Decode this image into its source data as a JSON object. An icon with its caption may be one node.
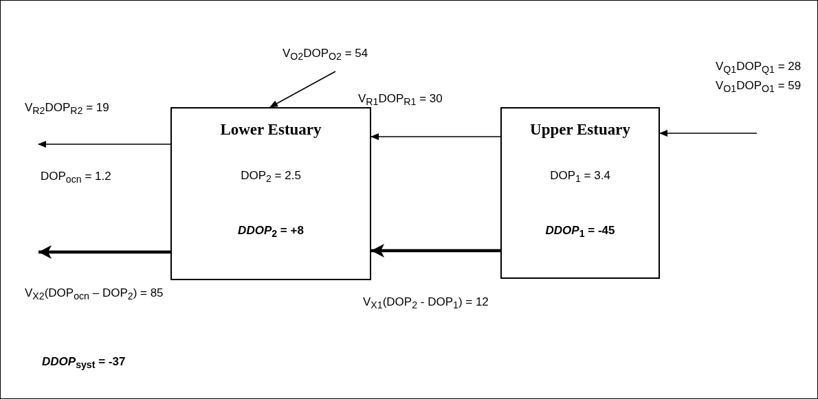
{
  "diagram": {
    "nodes": [
      {
        "text": [
          "Lower Estuary",
          "DOP$_{2}$ = 2.5",
          "*DDOP*$_{2}$ = +8"
        ]
      },
      {
        "text": [
          "Upper Estuary",
          "DOP$_{1}$ = 3.4",
          "*DDOP*$_{1}$ = -45"
        ]
      }
    ],
    "edges": [
      {
        "from": 0,
        "to": null,
        "arrow": "to",
        "label": "V$_{R2}$DOP$_{R2}$ = 19"
      },
      {
        "from": 0,
        "to": null,
        "arrow": "to",
        "style": "thick",
        "label": "V$_{X2}$(DOP$_{ocn}$ – DOP$_{2}$) = 85"
      },
      {
        "from": null,
        "to": 0,
        "arrow": "to",
        "label": "V$_{O2}$DOP$_{O2}$ = 54"
      },
      {
        "from": 1,
        "to": 0,
        "arrow": "to",
        "label": "V$_{R1}$DOP$_{R1}$ = 30"
      },
      {
        "from": 1,
        "to": 0,
        "arrow": "to",
        "style": "thick",
        "label": "V$_{X1}$(DOP$_{2}$ - DOP$_{1}$) = 12"
      },
      {
        "from": null,
        "to": 1,
        "arrow": "to",
        "label": "V$_{Q1}$DOP$_{Q1}$ = 28 V$_{O1}$DOP$_{O1}$ = 59"
      }
    ],
    "labels": [
      "DOP$_{ocn}$ = 1.2",
      "*DDOP*$_{syst}$ = -37"
    ]
  }
}
